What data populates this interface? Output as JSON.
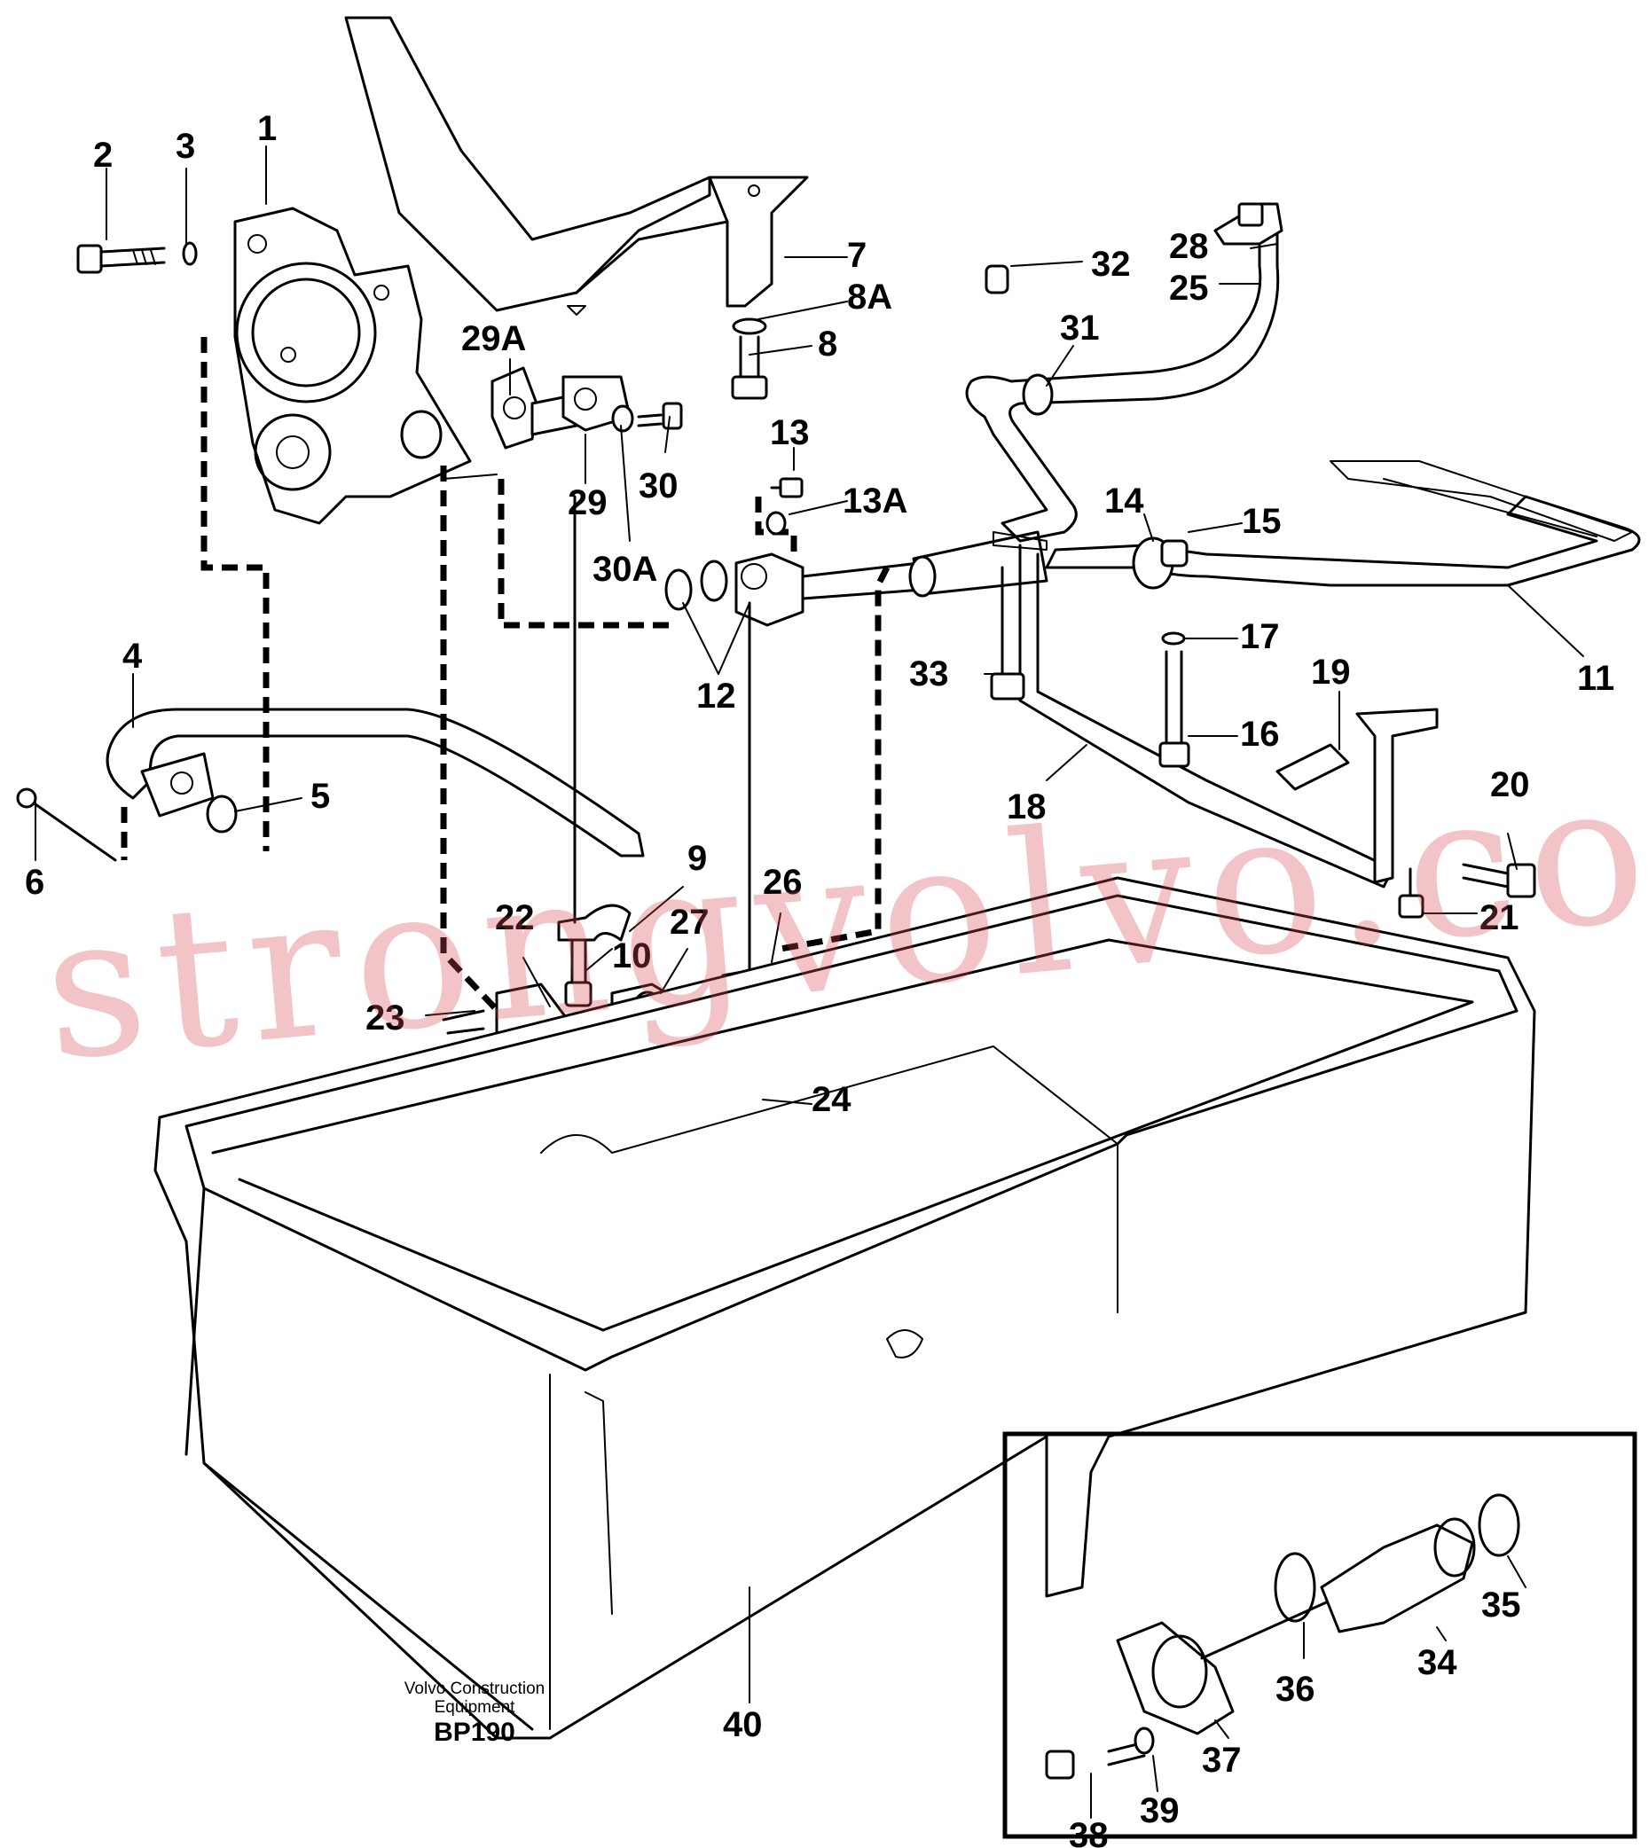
{
  "watermark": "strongvolvo.com",
  "caption": {
    "company": "Volvo Construction",
    "company2": "Equipment",
    "code": "BP190"
  },
  "callouts": [
    "1",
    "2",
    "3",
    "4",
    "5",
    "6",
    "7",
    "8A",
    "8",
    "29A",
    "29",
    "30",
    "30A",
    "13",
    "13A",
    "12",
    "9",
    "10",
    "22",
    "23",
    "27",
    "26",
    "24",
    "32",
    "31",
    "28",
    "25",
    "14",
    "15",
    "17",
    "16",
    "33",
    "18",
    "19",
    "20",
    "21",
    "11",
    "40",
    "34",
    "35",
    "36",
    "37",
    "38",
    "39"
  ]
}
